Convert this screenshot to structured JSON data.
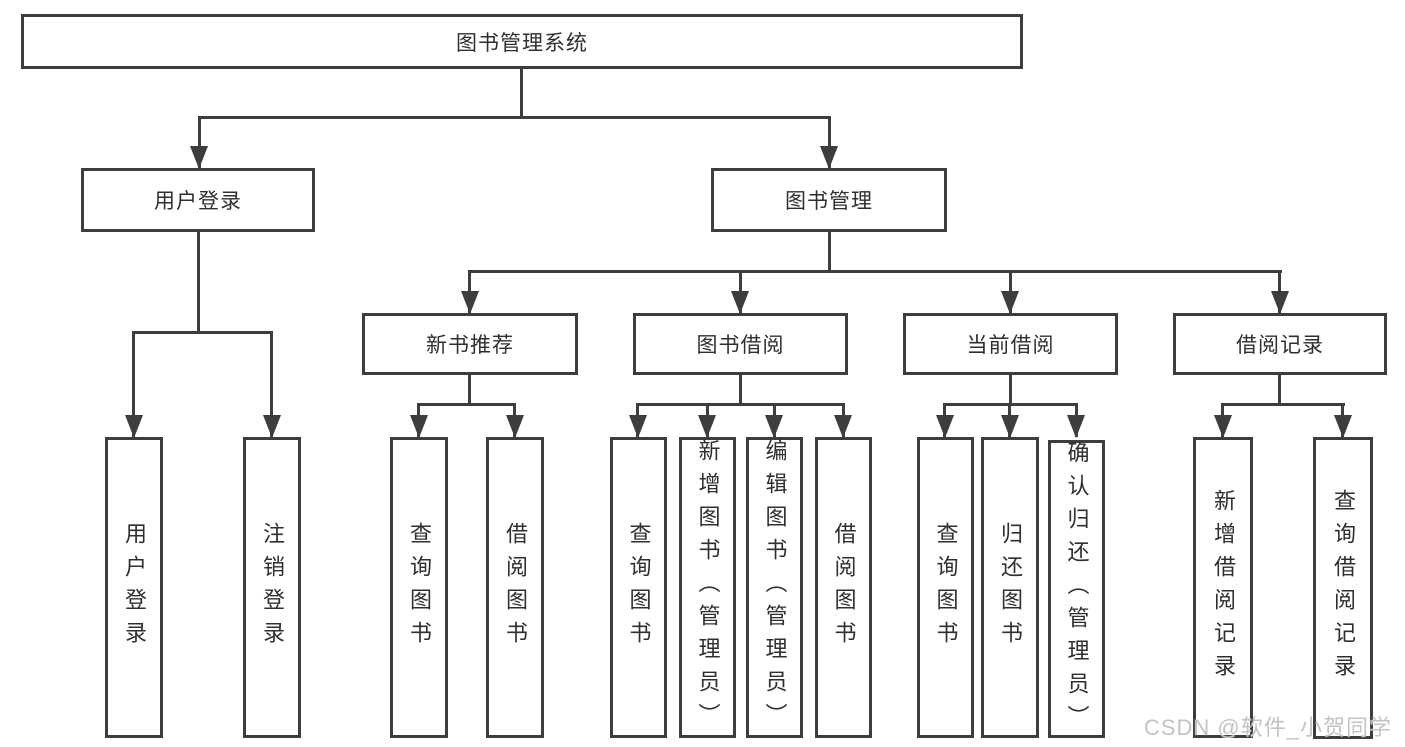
{
  "diagram": {
    "root": {
      "label": "图书管理系统"
    },
    "level2": {
      "user_login": {
        "label": "用户登录"
      },
      "book_management": {
        "label": "图书管理"
      }
    },
    "level3": {
      "new_book_recommend": {
        "label": "新书推荐"
      },
      "book_borrow": {
        "label": "图书借阅"
      },
      "current_borrow": {
        "label": "当前借阅"
      },
      "borrow_records": {
        "label": "借阅记录"
      }
    },
    "leaves": {
      "user_login_login": {
        "label": "用户登录"
      },
      "user_login_logout": {
        "label": "注销登录"
      },
      "rec_query_books": {
        "label": "查询图书"
      },
      "rec_borrow_books": {
        "label": "借阅图书"
      },
      "borrow_query_books": {
        "label": "查询图书"
      },
      "borrow_add_books": {
        "label": "新增图书（管理员）"
      },
      "borrow_edit_books": {
        "label": "编辑图书（管理员）"
      },
      "borrow_borrow_books": {
        "label": "借阅图书"
      },
      "current_query_books": {
        "label": "查询图书"
      },
      "current_return_books": {
        "label": "归还图书"
      },
      "current_confirm_return": {
        "label": "确认归还（管理员）"
      },
      "records_add_record": {
        "label": "新增借阅记录"
      },
      "records_query_record": {
        "label": "查询借阅记录"
      }
    },
    "colors": {
      "line": "#3d3d3d",
      "text": "#2f2f2f",
      "background": "#ffffff",
      "watermark": "#c3c3c3"
    }
  },
  "watermark": {
    "text": "CSDN @软件_小贺同学"
  }
}
